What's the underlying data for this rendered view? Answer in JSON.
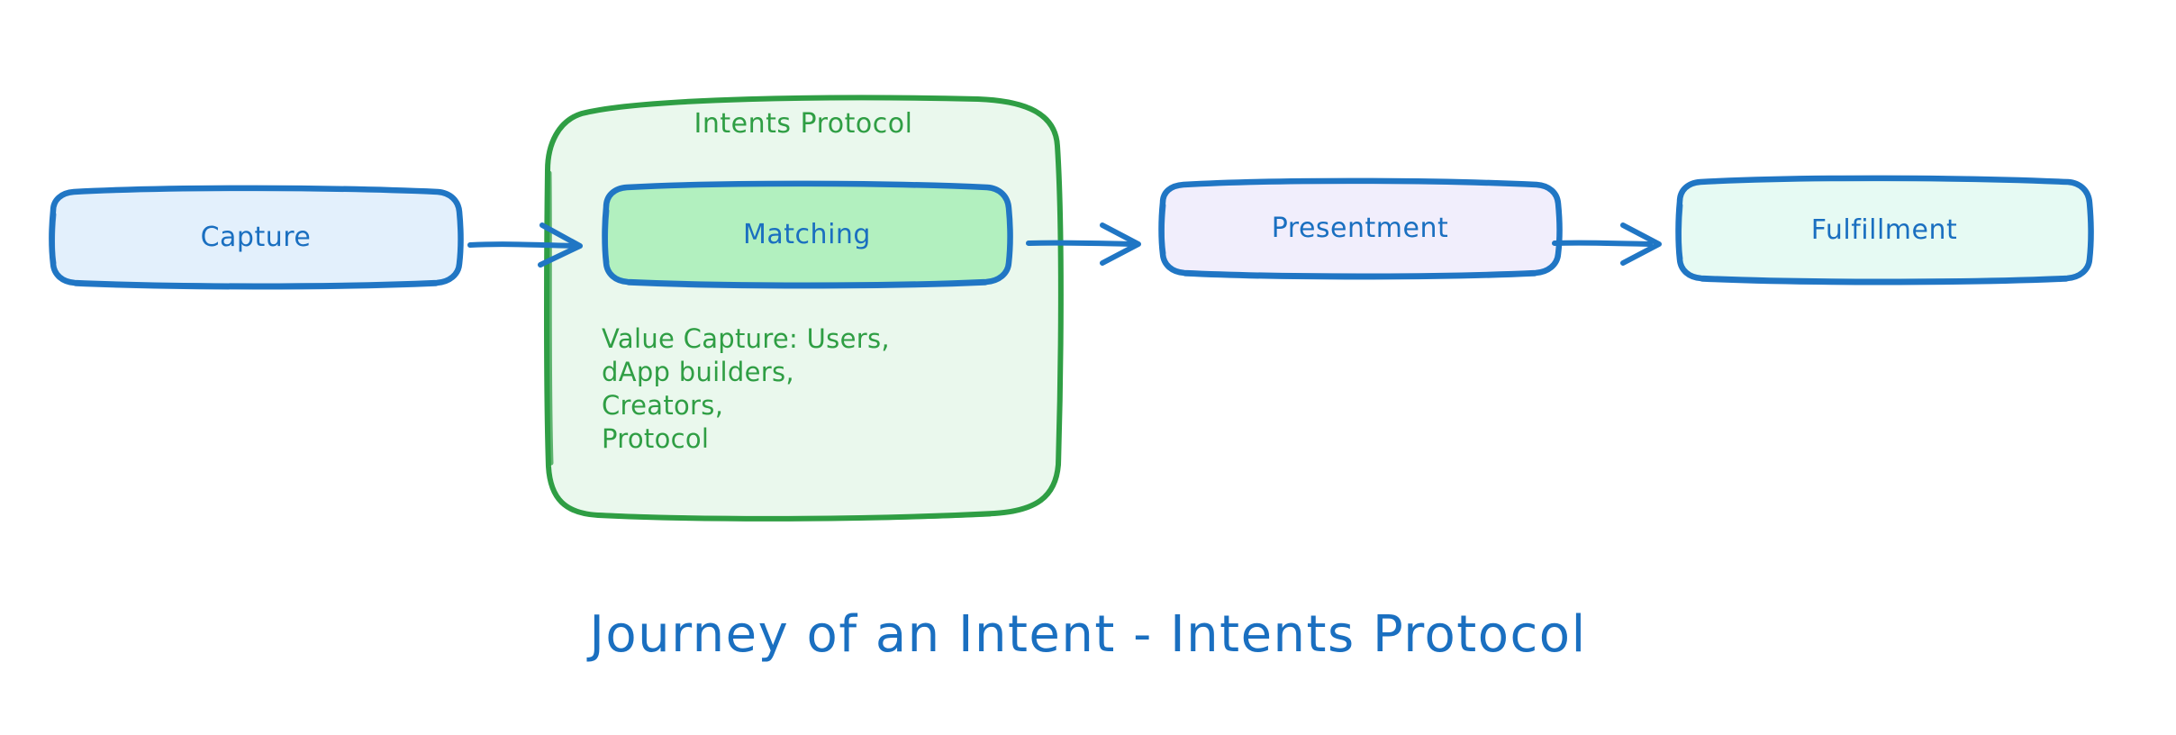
{
  "diagram": {
    "title": "Journey of an Intent - Intents Protocol",
    "background_color": "#ffffff"
  },
  "colors": {
    "node_border_blue": "#2076c4",
    "node_text_blue": "#1a6fc0",
    "capture_fill": "#e3f0fc",
    "matching_fill": "#b2f0bf",
    "presentment_fill": "#f1eefc",
    "fulfillment_fill": "#e6faf3",
    "subgraph_fill": "#eaf8ed",
    "subgraph_border_green": "#2f9e44",
    "subgraph_text_green": "#2f9e44",
    "edge_blue": "#2076c4"
  },
  "nodes": {
    "capture": {
      "label": "Capture"
    },
    "matching": {
      "label": "Matching"
    },
    "presentment": {
      "label": "Presentment"
    },
    "fulfillment": {
      "label": "Fulfillment"
    }
  },
  "subgraph": {
    "title": "Intents Protocol",
    "note_lines": [
      "Value Capture: Users,",
      "dApp builders, Creators,",
      "Protocol"
    ],
    "note_text": "Value Capture: Users, dApp builders, Creators, Protocol"
  },
  "edges": [
    {
      "from": "capture",
      "to": "matching",
      "label": ""
    },
    {
      "from": "matching",
      "to": "presentment",
      "label": ""
    },
    {
      "from": "presentment",
      "to": "fulfillment",
      "label": ""
    }
  ]
}
